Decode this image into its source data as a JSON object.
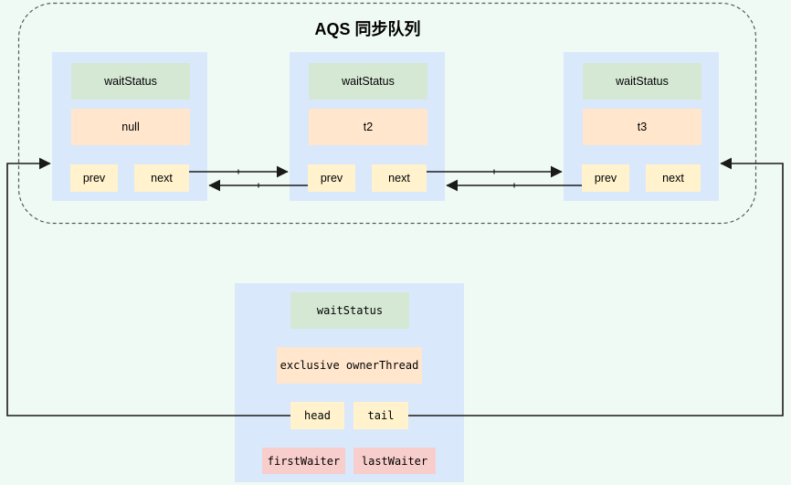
{
  "title": "AQS 同步队列",
  "colors": {
    "background": "#f0faf4",
    "node_fill": "#dae8fc",
    "wait_status_fill": "#d5e8d4",
    "value_fill": "#ffe6cc",
    "pointer_fill": "#fff2cc",
    "waiter_fill": "#f8cecc",
    "line": "#1a1a1a",
    "dashed_border": "#595959"
  },
  "queue_nodes": [
    {
      "wait_status": "waitStatus",
      "thread": "null",
      "prev_label": "prev",
      "next_label": "next"
    },
    {
      "wait_status": "waitStatus",
      "thread": "t2",
      "prev_label": "prev",
      "next_label": "next"
    },
    {
      "wait_status": "waitStatus",
      "thread": "t3",
      "prev_label": "prev",
      "next_label": "next"
    }
  ],
  "aqs_object": {
    "wait_status": "waitStatus",
    "exclusive_owner": "exclusive ownerThread",
    "head_label": "head",
    "tail_label": "tail",
    "first_waiter": "firstWaiter",
    "last_waiter": "lastWaiter"
  }
}
